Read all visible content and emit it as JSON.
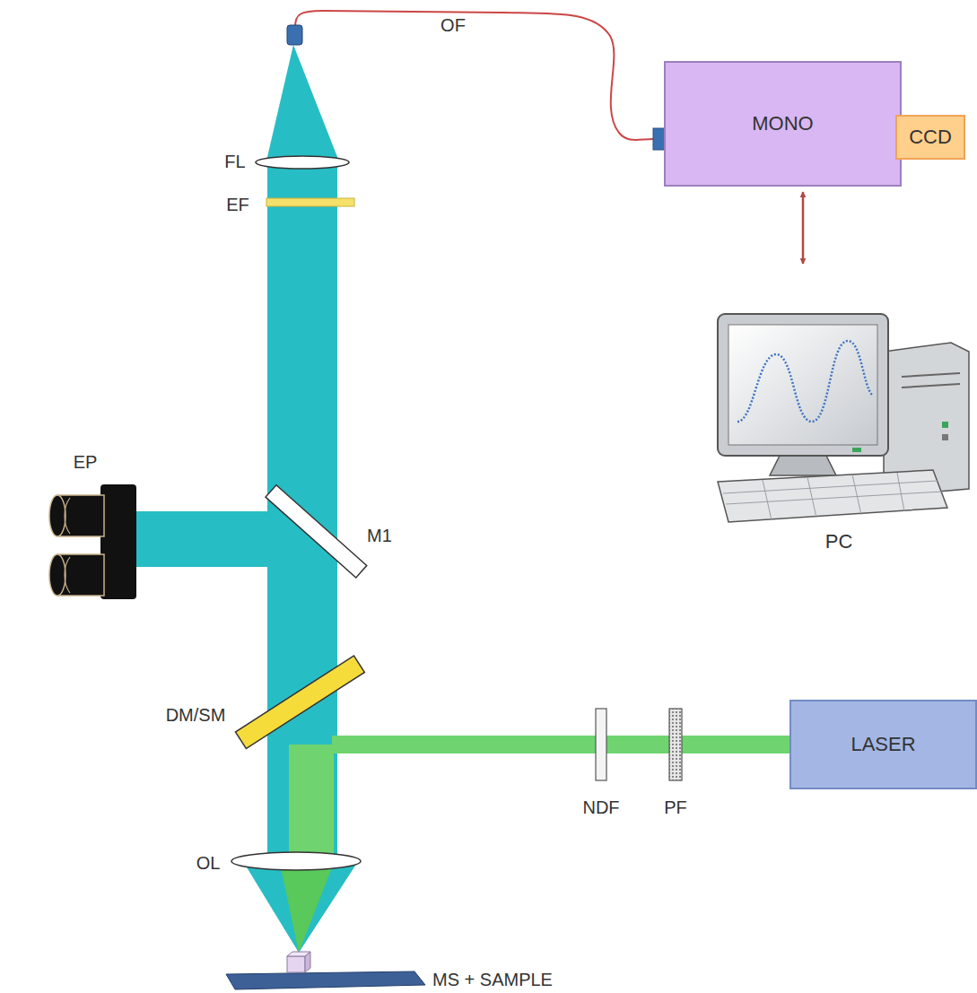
{
  "diagram": {
    "nodes": [
      {
        "text": [
          "MONO"
        ]
      },
      {
        "text": [
          "CCD"
        ]
      },
      {
        "text": [
          "PC"
        ]
      },
      {
        "text": [
          "LASER"
        ]
      }
    ],
    "edges": [
      {
        "from": 0,
        "to": 2,
        "arrow": "both"
      }
    ],
    "labels": [
      "OF",
      "FL",
      "EF",
      "EP",
      "M1",
      "DM/SM",
      "OL",
      "NDF",
      "PF",
      "MS + SAMPLE"
    ]
  }
}
